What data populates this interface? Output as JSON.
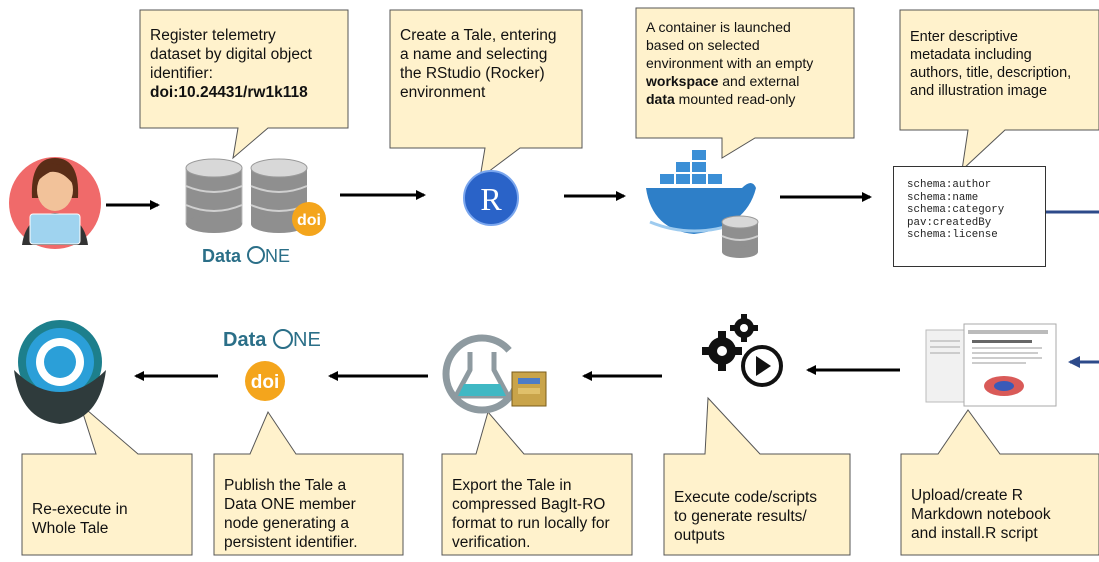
{
  "callouts": {
    "register": {
      "line1": "Register telemetry",
      "line2": "dataset by digital object",
      "line3": "identifier:",
      "line4": "doi:10.24431/rw1k118"
    },
    "create_tale": {
      "line1": "Create a Tale, entering",
      "line2": "a name and selecting",
      "line3": "the RStudio (Rocker)",
      "line4": "environment"
    },
    "container": {
      "line1": "A container is launched",
      "line2": "based on selected",
      "line3": "environment with an empty",
      "line4_bold": "workspace",
      "line4_rest": " and external",
      "line5_bold": "data",
      "line5_rest": " mounted read-only"
    },
    "metadata": {
      "line1": "Enter descriptive",
      "line2": "metadata including",
      "line3": "authors, title, description,",
      "line4": "and illustration image"
    },
    "reexecute": {
      "line1": "Re-execute in",
      "line2": "Whole Tale"
    },
    "publish": {
      "line1": "Publish the Tale a",
      "line2": "Data ONE member",
      "line3": "node generating a",
      "line4": "persistent identifier."
    },
    "export": {
      "line1": "Export the Tale in",
      "line2": "compressed BagIt-RO",
      "line3": "format to run locally for",
      "line4": "verification."
    },
    "execute": {
      "line1": "Execute code/scripts",
      "line2": "to generate results/",
      "line3": "outputs"
    },
    "upload": {
      "line1": "Upload/create R",
      "line2": "Markdown notebook",
      "line3": "and install.R script"
    }
  },
  "metadata_fields": [
    "schema:author",
    "schema:name",
    "schema:category",
    "pav:createdBy",
    "schema:license"
  ],
  "logos": {
    "dataone_prefix": "Data",
    "dataone_suffix": "NE",
    "doi": "doi",
    "r": "R"
  },
  "colors": {
    "callout_fill": "#fff2cc",
    "callout_stroke": "#555555",
    "arrow": "#000000",
    "connector": "#2d4a8a",
    "dataone": "#2b6f88",
    "doi_badge": "#f4a51c"
  }
}
